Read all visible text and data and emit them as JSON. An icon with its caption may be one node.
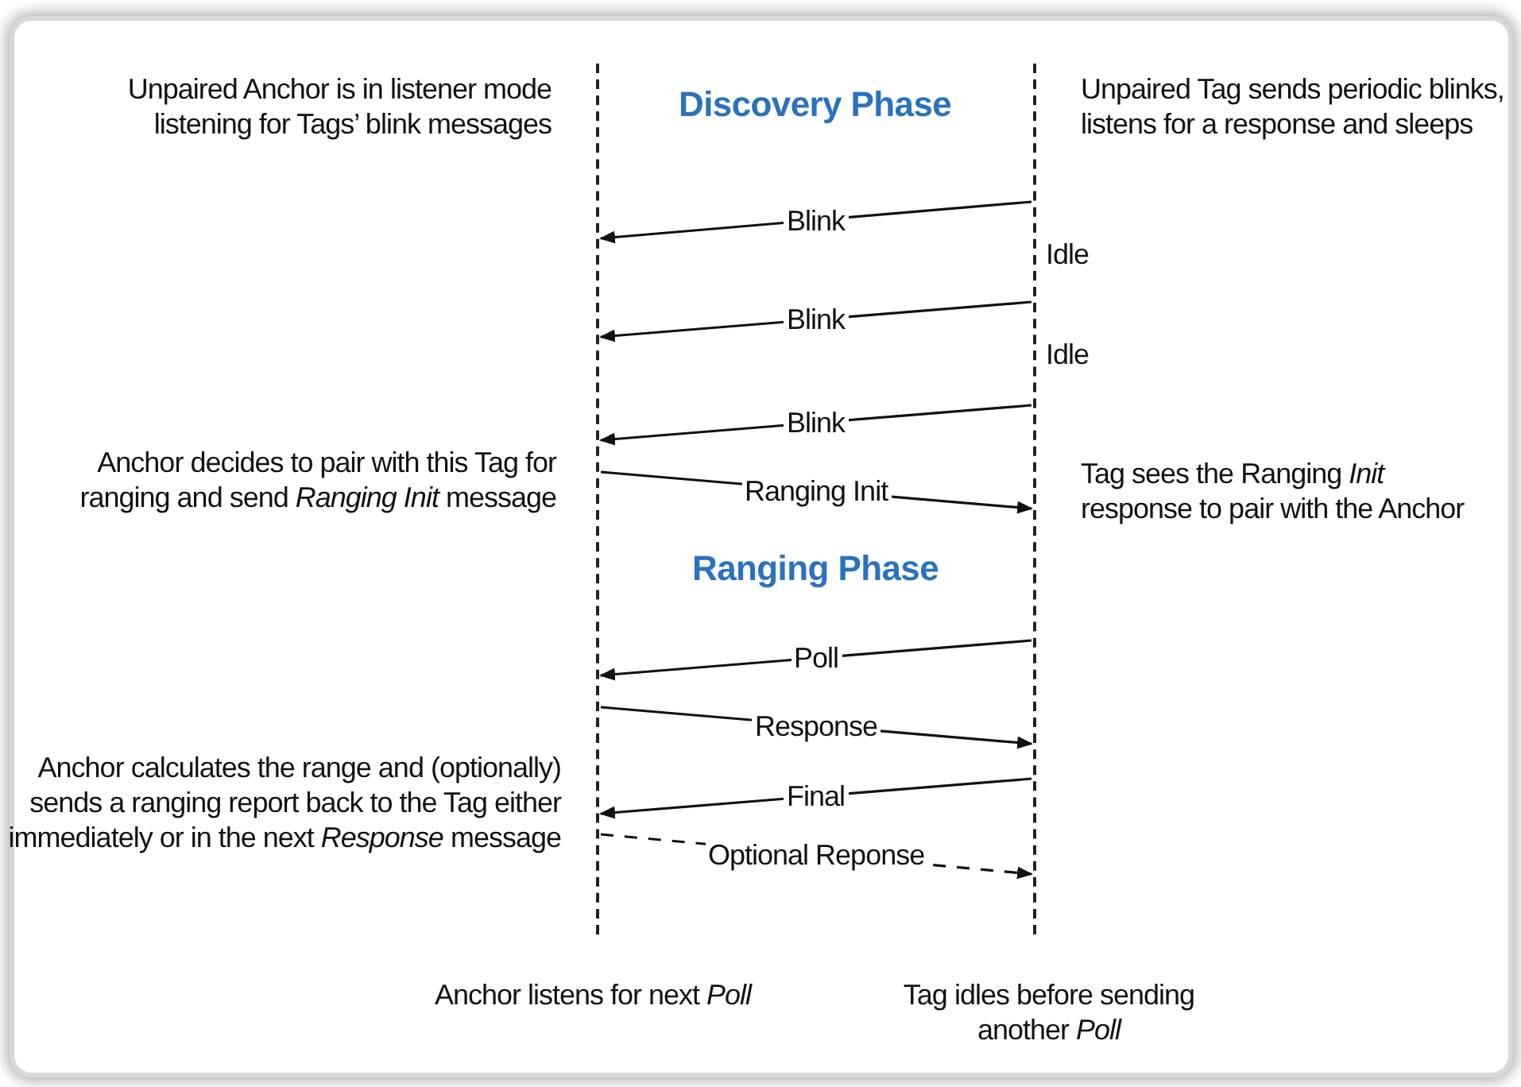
{
  "diagram": {
    "nodes": [
      {
        "text": [],
        "shape": "line"
      },
      {
        "text": [],
        "shape": "line"
      }
    ],
    "edges": [
      {
        "from": 1,
        "to": 0,
        "arrow": "to",
        "label": "Blink"
      },
      {
        "from": 1,
        "to": 0,
        "arrow": "to",
        "label": "Blink"
      },
      {
        "from": 1,
        "to": 0,
        "arrow": "to",
        "label": "Blink"
      },
      {
        "from": 0,
        "to": 1,
        "arrow": "to",
        "label": "Ranging Init"
      },
      {
        "from": 1,
        "to": 0,
        "arrow": "to",
        "label": "Poll"
      },
      {
        "from": 0,
        "to": 1,
        "arrow": "to",
        "label": "Response"
      },
      {
        "from": 1,
        "to": 0,
        "arrow": "to",
        "label": "Final"
      },
      {
        "from": 0,
        "to": 1,
        "arrow": "to",
        "label": "Optional Reponse",
        "style": "dashed"
      }
    ],
    "labels": [
      "Unpaired Anchor is in listener mode listening for Tags’ blink messages",
      "Discovery Phase",
      "Unpaired Tag sends periodic blinks, listens for a response and sleeps",
      "Idle",
      "Idle",
      "Anchor decides to pair with this Tag for ranging and send *Ranging Init* message",
      "Tag sees the Ranging *Init* response to pair with the Anchor",
      "Ranging Phase",
      "Anchor calculates the range and (optionally) sends a ranging report back to the Tag either immediately or in the next *Response* message",
      "Anchor listens for next *Poll*",
      "Tag idles before sending another *Poll*"
    ]
  }
}
